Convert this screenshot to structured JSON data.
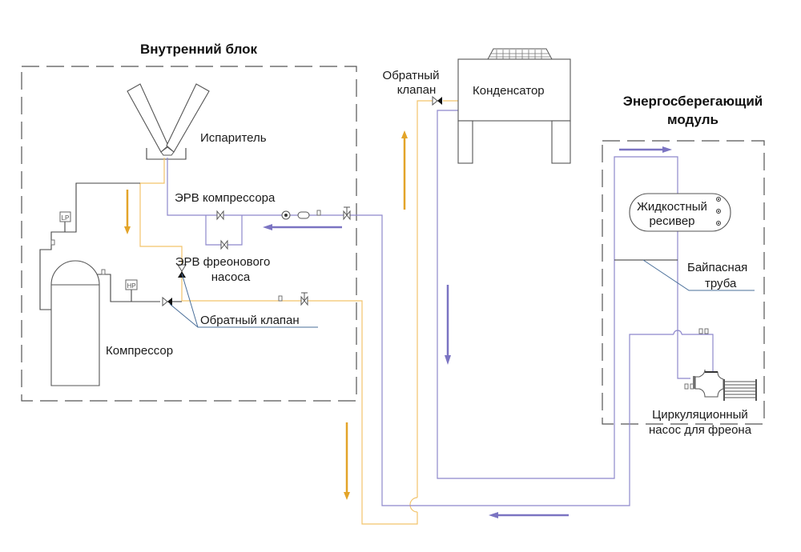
{
  "titles": {
    "indoor_unit": "Внутренний блок",
    "energy_module_line1": "Энергосберегающий",
    "energy_module_line2": "модуль"
  },
  "labels": {
    "evaporator": "Испаритель",
    "eev_compressor": "ЭРВ компрессора",
    "eev_pump_line1": "ЭРВ фреонового",
    "eev_pump_line2": "насоса",
    "check_valve_indoor": "Обратный клапан",
    "compressor": "Компрессор",
    "check_valve_outdoor_line1": "Обратный",
    "check_valve_outdoor_line2": "клапан",
    "condenser": "Конденсатор",
    "receiver_line1": "Жидкостный",
    "receiver_line2": "ресивер",
    "bypass_line1": "Байпасная",
    "bypass_line2": "труба",
    "pump_line1": "Циркуляционный",
    "pump_line2": "насос для фреона",
    "lp_switch": "LP",
    "hp_switch": "HP"
  },
  "colors": {
    "hot_gas_pipe": "#f2c36b",
    "liquid_pipe": "#8e88cc",
    "hot_flow_arrow": "#e3a429",
    "liquid_flow_arrow": "#7b74c2",
    "suction_pipe": "#444444"
  },
  "flow_arrows": [
    {
      "id": "indoor-suction-down",
      "direction": "down",
      "color": "hot"
    },
    {
      "id": "indoor-liquid-left",
      "direction": "left",
      "color": "liquid"
    },
    {
      "id": "riser-up",
      "direction": "up",
      "color": "hot"
    },
    {
      "id": "downline-down",
      "direction": "down",
      "color": "hot"
    },
    {
      "id": "condenser-return-down",
      "direction": "down",
      "color": "liquid"
    },
    {
      "id": "bottom-left",
      "direction": "left",
      "color": "liquid"
    },
    {
      "id": "module-right",
      "direction": "right",
      "color": "liquid"
    }
  ]
}
